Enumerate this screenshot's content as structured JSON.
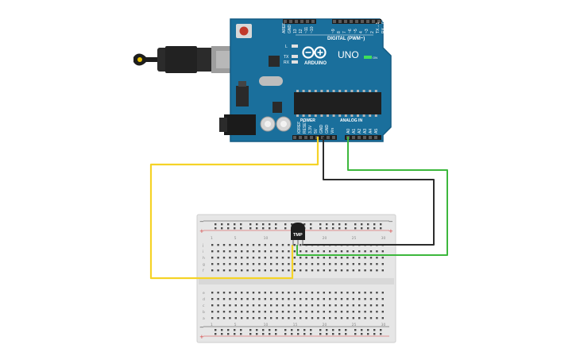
{
  "arduino": {
    "brand": "ARDUINO",
    "model": "UNO",
    "on_label": "ON",
    "led_l": "L",
    "led_tx": "TX",
    "led_rx": "RX",
    "digital_header": "DIGITAL (PWM~)",
    "aref": "AREF",
    "gnd": "GND",
    "power_header": "POWER",
    "analog_header": "ANALOG IN",
    "digital_pins": [
      "13",
      "12",
      "~11",
      "~10",
      "~9",
      "8",
      "7",
      "~6",
      "~5",
      "4",
      "~3",
      "2",
      "TX→1",
      "RX←0"
    ],
    "power_pins": [
      "IOREF",
      "RESET",
      "3.3V",
      "5V",
      "GND",
      "GND",
      "Vin"
    ],
    "analog_pins": [
      "A0",
      "A1",
      "A2",
      "A3",
      "A4",
      "A5"
    ]
  },
  "sensor": {
    "label": "TMP"
  },
  "breadboard": {
    "plus": "+",
    "minus": "−",
    "rows_top": [
      "j",
      "i",
      "h",
      "g",
      "f"
    ],
    "rows_bottom": [
      "e",
      "d",
      "c",
      "b",
      "a"
    ],
    "column_numbers": [
      "1",
      "5",
      "10",
      "15",
      "20",
      "25",
      "30"
    ]
  },
  "wires": {
    "power_color": "#f5d327",
    "ground_color": "#2c2c2c",
    "signal_color": "#3db83d"
  },
  "colors": {
    "board_blue": "#1a6f9c",
    "board_edge": "#145c83",
    "breadboard_bg": "#e6e6e6"
  }
}
